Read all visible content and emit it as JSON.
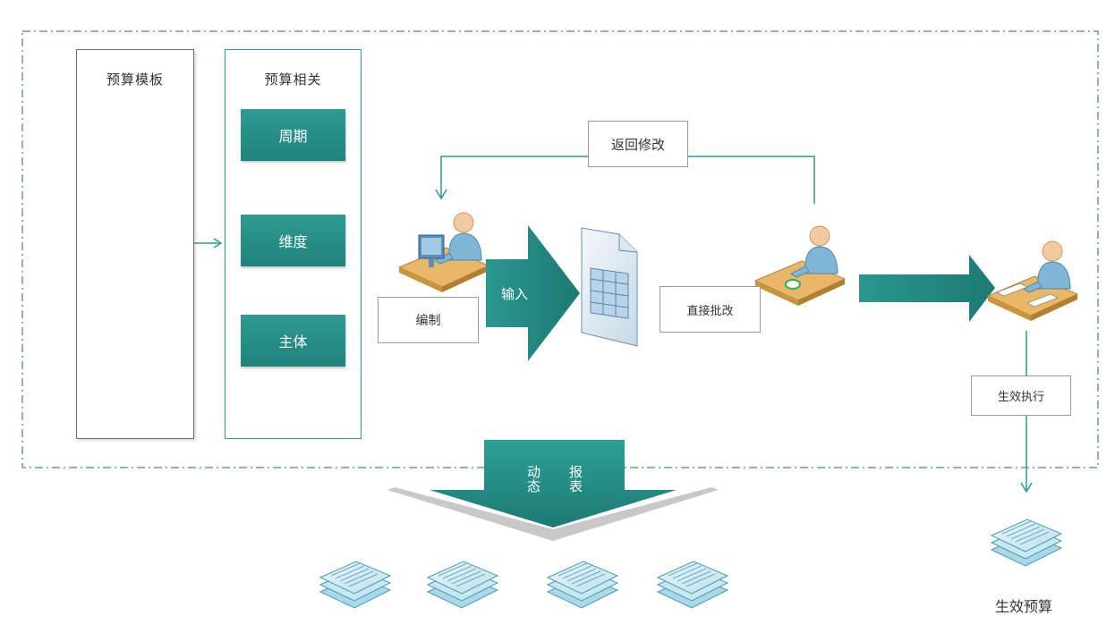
{
  "panels": {
    "template": {
      "title": "预算模板"
    },
    "related": {
      "title": "预算相关",
      "items": [
        "周期",
        "维度",
        "主体"
      ]
    }
  },
  "labels": {
    "return_modify": "返回修改",
    "compile": "编制",
    "input": "输入",
    "direct_approve": "直接批改",
    "effective_execute": "生效执行",
    "dynamic": "动态",
    "report": "报表",
    "effective_budget": "生效预算"
  },
  "colors": {
    "teal": "#21877f",
    "teal_light": "#2e9a92",
    "dashed_border": "#6a9c9a",
    "doc_blue": "#9fd2e0",
    "desk": "#e8b76a",
    "person": "#7fb6d6"
  }
}
